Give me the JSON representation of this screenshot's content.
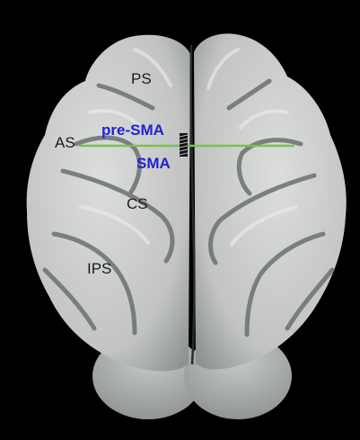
{
  "colors": {
    "background": "#000000",
    "cortex": "#c9cbcb",
    "sulcus_label": "#1a1a1a",
    "area_label": "#1f22d6",
    "plane_line": "#7cc04a"
  },
  "labels": {
    "ps": "PS",
    "as": "AS",
    "pre_sma": "pre-SMA",
    "sma": "SMA",
    "cs": "CS",
    "ips": "IPS"
  }
}
